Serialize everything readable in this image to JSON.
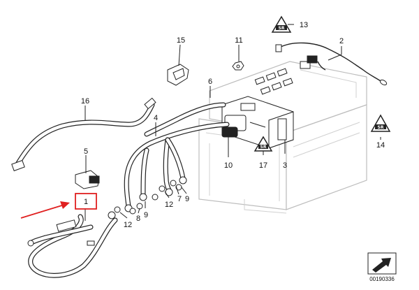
{
  "callouts": {
    "c1": "1",
    "c2": "2",
    "c3": "3",
    "c4": "4",
    "c5": "5",
    "c6": "6",
    "c7": "7",
    "c8": "8",
    "c9a": "9",
    "c9b": "9",
    "c10": "10",
    "c11": "11",
    "c12a": "12",
    "c12b": "12",
    "c13": "13",
    "c14": "14",
    "c15": "15",
    "c16": "16",
    "c17": "17"
  },
  "reference_number": "00190336",
  "colors": {
    "highlight_box": "#e02020",
    "arrow": "#e02020",
    "ink": "#222222",
    "battery_outline": "#bdbdbd"
  },
  "icons": [
    "warning-triangle-icon",
    "reference-arrow-icon"
  ]
}
